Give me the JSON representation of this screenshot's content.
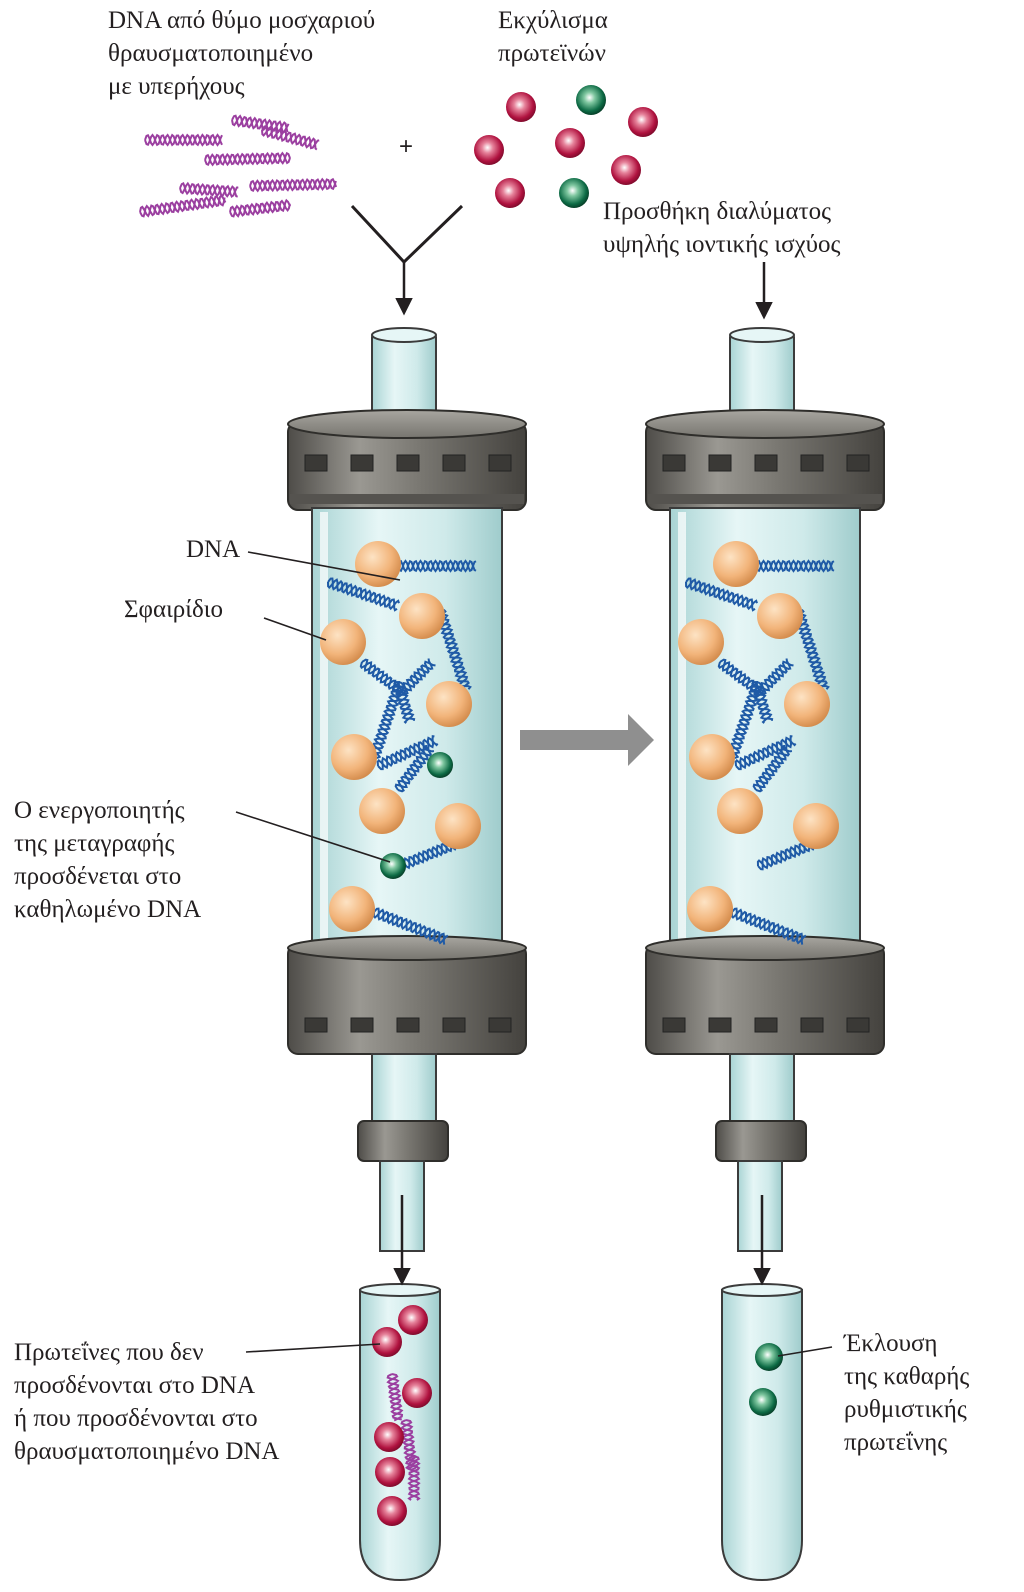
{
  "labels": {
    "dna_source": "DNA από θύμο μοσχαριού\nθραυσματοποιημένο\nμε υπερήχους",
    "protein_extract": "Εκχύλισμα\nπρωτεϊνών",
    "plus": "+",
    "high_ionic": "Προσθήκη διαλύματος\nυψηλής ιοντικής ισχύος",
    "dna": "DNA",
    "bead": "Σφαιρίδιο",
    "activator": "Ο ενεργοποιητής\nτης μεταγραφής\nπροσδένεται στο\nκαθηλωμένο DNA",
    "unbound_proteins": "Πρωτεΐνες που δεν\nπροσδένονται στο DNA\nή που προσδένονται στο\nθραυσματοποιημένο DNA",
    "elution": "Έκλουση\nτης καθαρής\nρυθμιστικής\nπρωτεΐνης"
  },
  "colors": {
    "dna_fragment": "#9b3fa0",
    "dna_immobilized": "#1f5aa6",
    "bead": "#f2b47a",
    "protein_red": "#b0123f",
    "protein_green": "#0d6b45",
    "column_glass": "#cdeaea",
    "cap_gray": "#6f6d68",
    "arrow_gray": "#8f8f8f"
  }
}
